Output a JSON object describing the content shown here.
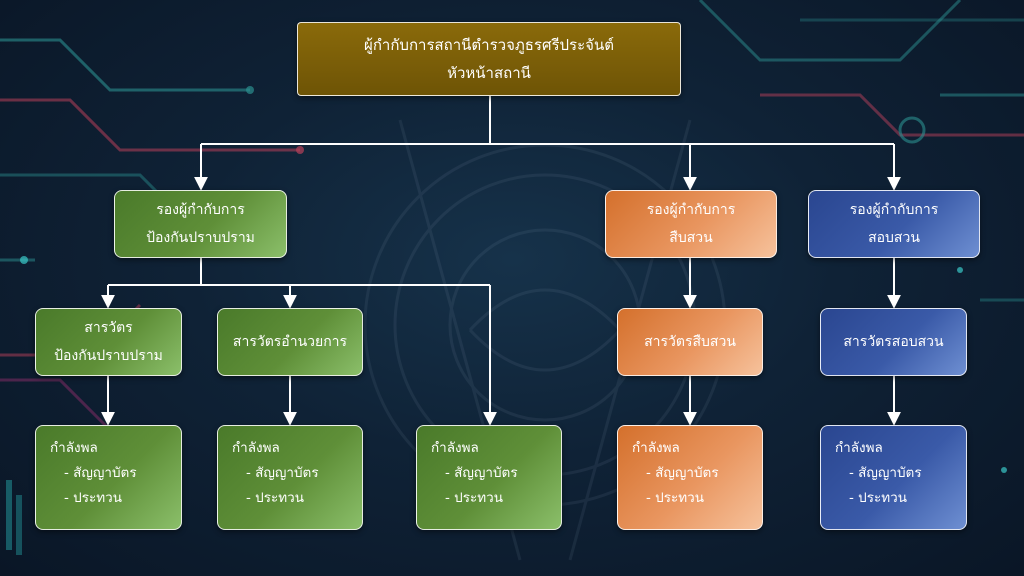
{
  "chief": {
    "line1": "ผู้กำกับการสถานีตำรวจภูธรศรีประจันต์",
    "line2": "หัวหน้าสถานี"
  },
  "deputies": [
    {
      "line1": "รองผู้กำกับการ",
      "line2": "ป้องกันปราบปราม"
    },
    {
      "line1": "รองผู้กำกับการ",
      "line2": "สืบสวน"
    },
    {
      "line1": "รองผู้กำกับการ",
      "line2": "สอบสวน"
    }
  ],
  "inspectors": {
    "prevention": {
      "line1": "สารวัตร",
      "line2": "ป้องกันปราบปราม"
    },
    "admin": "สารวัตรอำนวยการ",
    "investigation": "สารวัตรสืบสวน",
    "inquiry": "สารวัตรสอบสวน"
  },
  "manpower": {
    "title": "กำลังพล",
    "item1": "- สัญญาบัตร",
    "item2": "- ประทวน"
  },
  "colors": {
    "gold": "#7a5e08",
    "green": "#5a8a34",
    "orange": "#e27f3e",
    "blue": "#3453a0",
    "background": "#0f2236"
  }
}
